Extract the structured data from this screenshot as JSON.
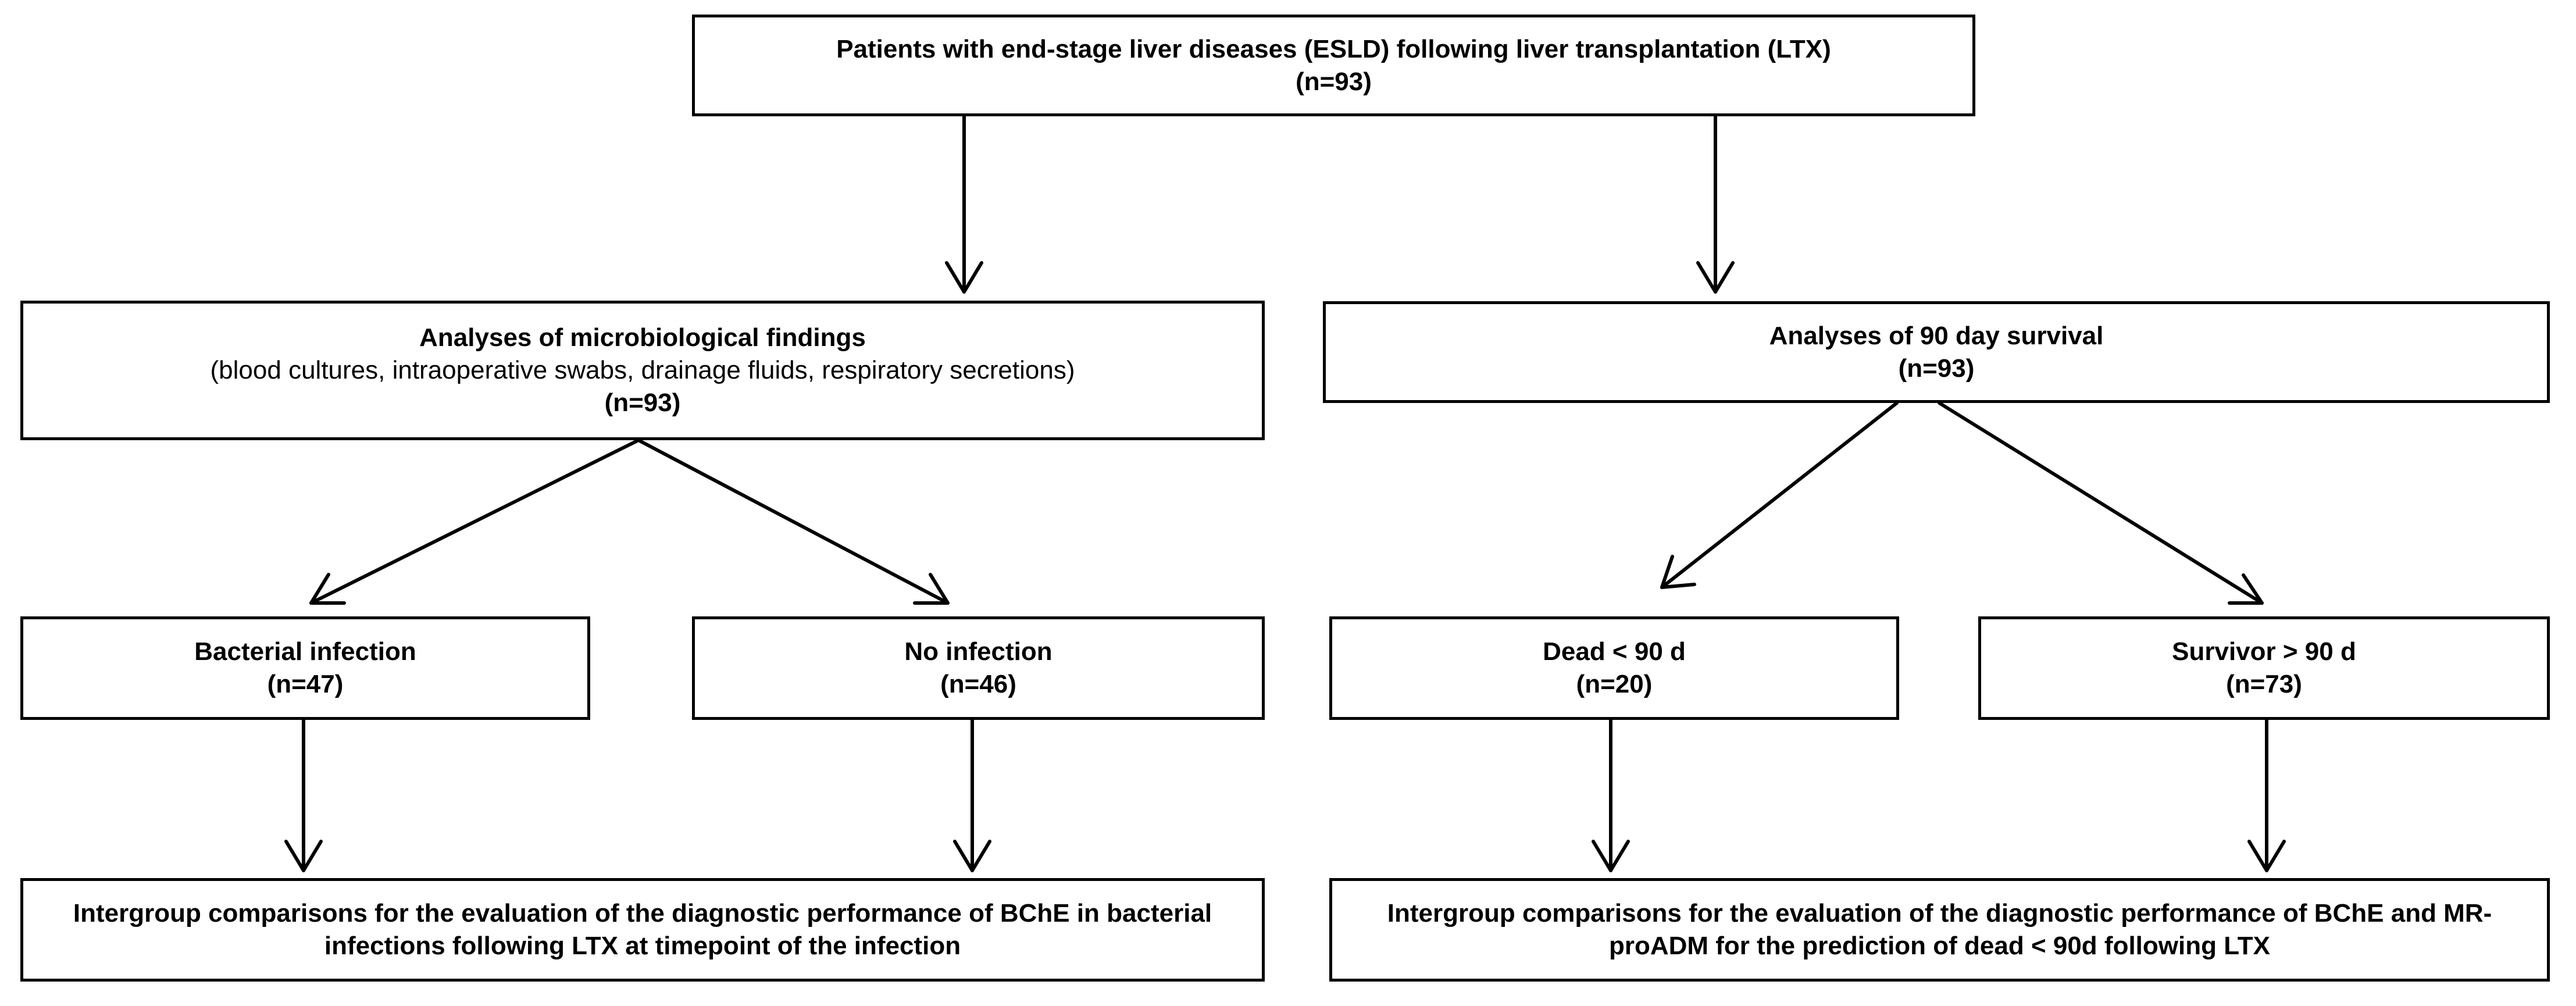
{
  "diagram": {
    "root": {
      "title": "Patients with end-stage liver diseases (ESLD) following liver transplantation (LTX)",
      "n": "(n=93)"
    },
    "micro": {
      "title": "Analyses of microbiological findings",
      "subtitle": "(blood cultures, intraoperative swabs, drainage fluids, respiratory secretions)",
      "n": "(n=93)"
    },
    "survival": {
      "title": "Analyses of 90 day survival",
      "n": "(n=93)"
    },
    "infection": {
      "title": "Bacterial infection",
      "n": "(n=47)"
    },
    "no_infection": {
      "title": "No infection",
      "n": "(n=46)"
    },
    "dead": {
      "title": "Dead < 90 d",
      "n": "(n=20)"
    },
    "survivor": {
      "title": "Survivor > 90 d",
      "n": "(n=73)"
    },
    "comparison_infection": {
      "line1": "Intergroup comparisons for the evaluation of the diagnostic performance of BChE in bacterial",
      "line2": "infections following LTX at timepoint of the infection"
    },
    "comparison_survival": {
      "line1": "Intergroup comparisons for the evaluation of the diagnostic performance of BChE and MR-",
      "line2": "proADM for the prediction of dead < 90d following LTX"
    }
  }
}
